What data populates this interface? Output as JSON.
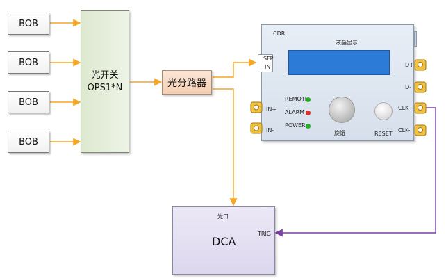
{
  "bob_boxes": [
    {
      "label": "BOB"
    },
    {
      "label": "BOB"
    },
    {
      "label": "BOB"
    },
    {
      "label": "BOB"
    }
  ],
  "optical_switch": {
    "line1": "光开关",
    "line2": "OPS1*N"
  },
  "splitter": {
    "label": "光分路器"
  },
  "device": {
    "cdr_label": "CDR",
    "lcd_label": "液晶显示",
    "sfp_label": "SFP",
    "sfp_in_label": "IN",
    "port_dplus": "D+",
    "port_dminus": "D-",
    "port_clkplus": "CLK+",
    "port_clkminus": "CLK-",
    "port_inplus": "IN+",
    "port_inminus": "IN-",
    "remote_label": "REMOTE",
    "alarm_label": "ALARM",
    "power_label": "POWER",
    "knob_label": "旋钮",
    "reset_label": "RESET"
  },
  "dca": {
    "title": "DCA",
    "optical_port_label": "光口",
    "trig_label": "TRIG"
  },
  "colors": {
    "orange_wire": "#f5a623",
    "purple_wire": "#7b3fa3",
    "led_remote": "#22b022",
    "led_alarm": "#e03020",
    "led_power": "#22b022",
    "lcd": "#2c7bd6",
    "connector": "#f0c040"
  }
}
